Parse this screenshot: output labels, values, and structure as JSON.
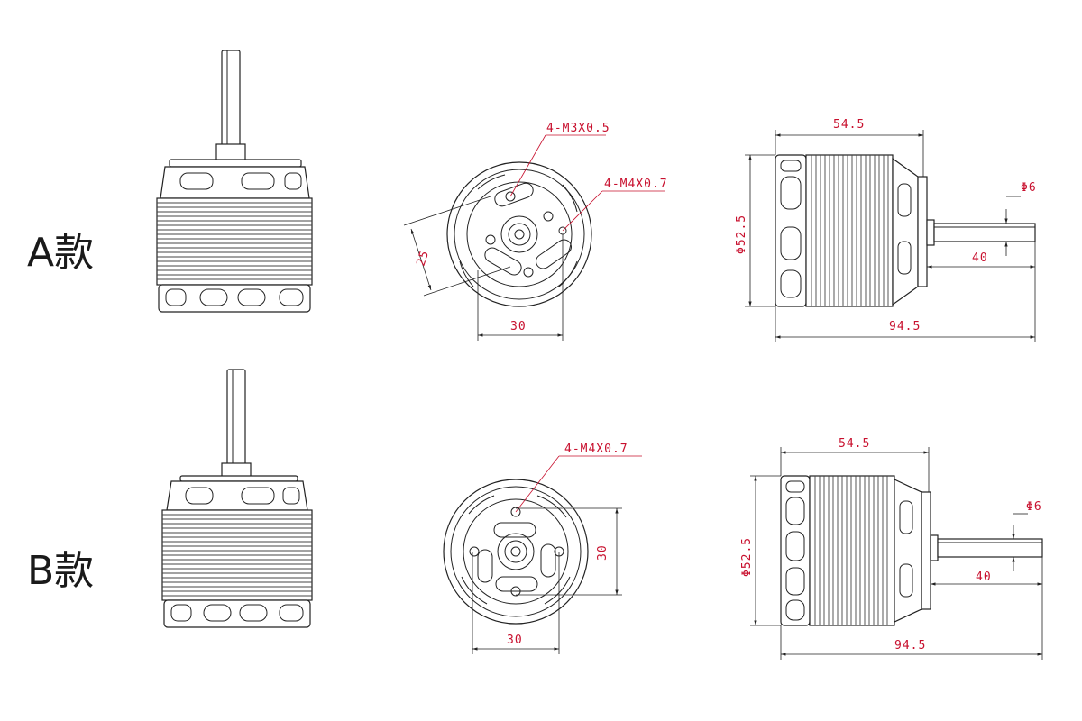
{
  "variants": [
    {
      "label": "A款",
      "dims": {
        "face_callout_1": "4-M3X0.5",
        "face_callout_2": "4-M4X0.7",
        "face_diag": "25",
        "face_width": "30",
        "side_body_length": "54.5",
        "side_diameter": "Φ52.5",
        "side_shaft_diameter": "Φ6",
        "side_shaft_length": "40",
        "side_total_length": "94.5"
      }
    },
    {
      "label": "B款",
      "dims": {
        "face_callout_1": "4-M4X0.7",
        "face_height": "30",
        "face_width": "30",
        "side_body_length": "54.5",
        "side_diameter": "Φ52.5",
        "side_shaft_diameter": "Φ6",
        "side_shaft_length": "40",
        "side_total_length": "94.5"
      }
    }
  ],
  "colors": {
    "dimension": "#c8102e",
    "outline": "#222222"
  }
}
